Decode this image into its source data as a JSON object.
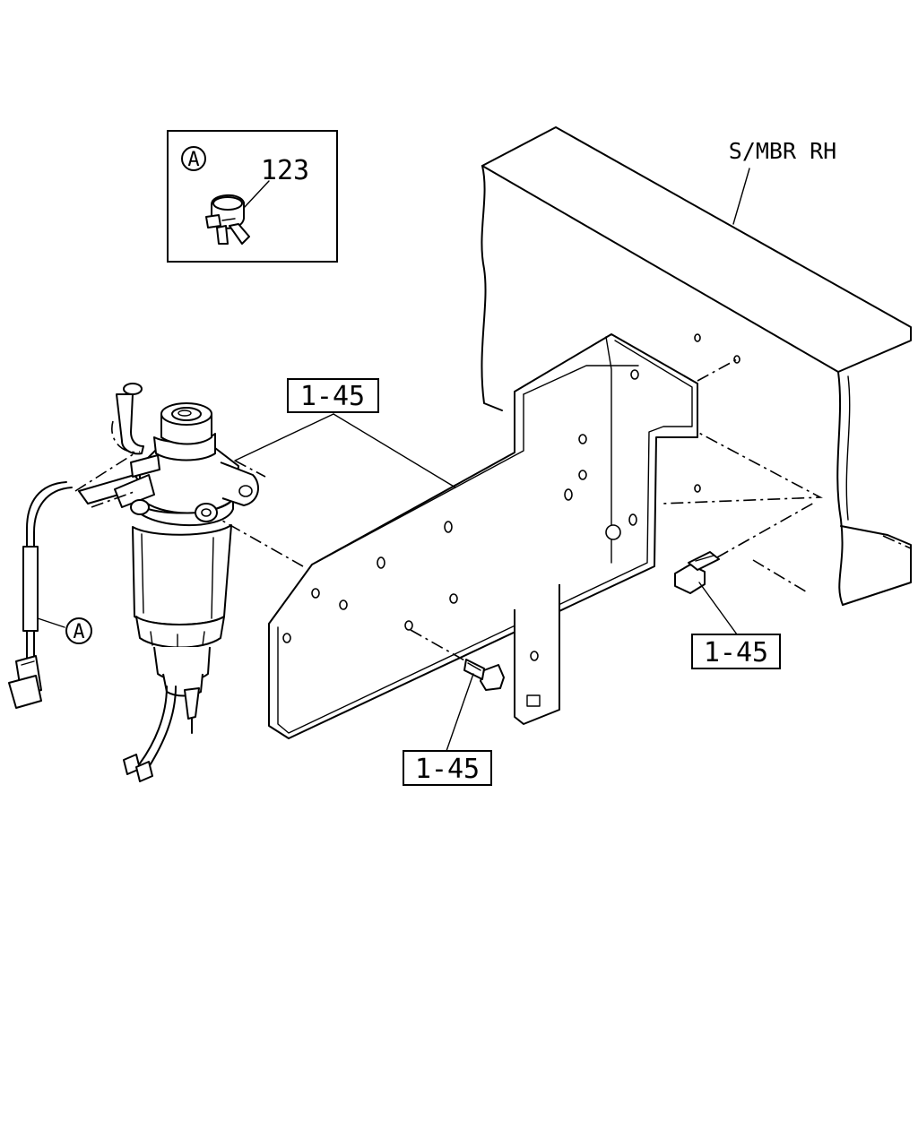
{
  "labels": {
    "frame_member": "S/MBR RH",
    "detail_callout": "A",
    "detail_part": "123",
    "harness_callout": "A",
    "ref_bracket": "1-45",
    "ref_bolt_right": "1-45",
    "ref_bolt_bottom": "1-45"
  }
}
